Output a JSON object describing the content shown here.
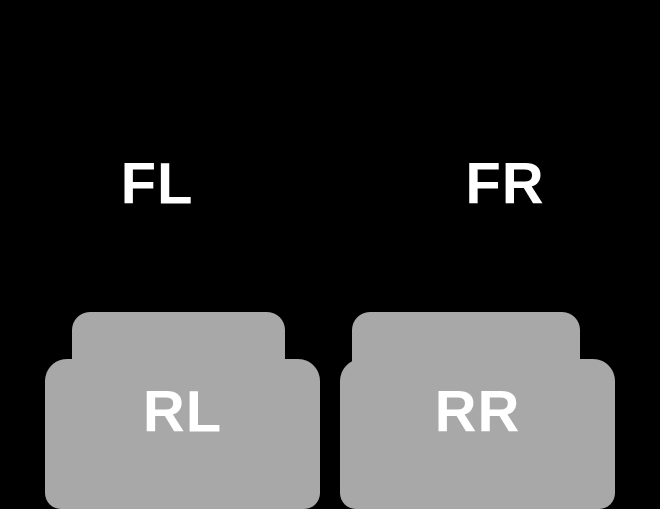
{
  "colors": {
    "background": "#000000",
    "mat": "#a8a8a8",
    "label": "#ffffff"
  },
  "diagram": {
    "title": "car-floor-mat-positions",
    "mats": {
      "front_left": {
        "label": "FL"
      },
      "front_right": {
        "label": "FR"
      },
      "rear_left": {
        "label": "RL"
      },
      "rear_right": {
        "label": "RR"
      }
    }
  }
}
